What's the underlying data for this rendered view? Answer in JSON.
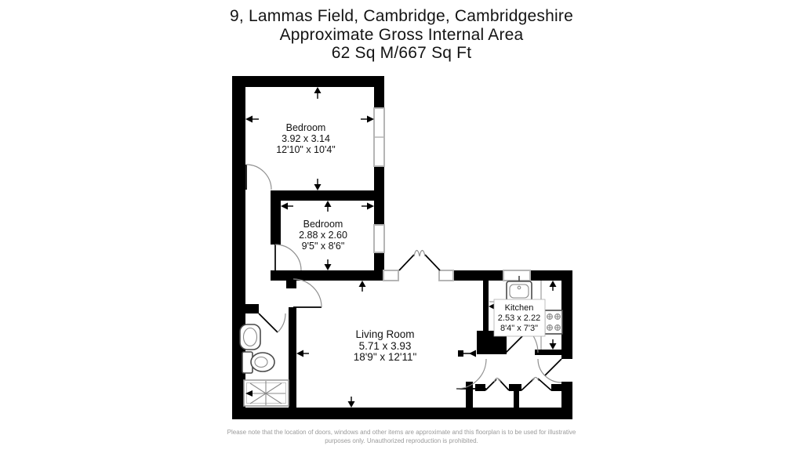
{
  "title": {
    "line1": "9, Lammas Field, Cambridge, Cambridgeshire",
    "line2": "Approximate Gross Internal Area",
    "line3": "62 Sq M/667 Sq Ft"
  },
  "rooms": [
    {
      "name": "Bedroom",
      "metric": "3.92 x 3.14",
      "imperial": "12'10\" x 10'4\""
    },
    {
      "name": "Bedroom",
      "metric": "2.88 x 2.60",
      "imperial": "9'5\" x 8'6\""
    },
    {
      "name": "Living Room",
      "metric": "5.71 x 3.93",
      "imperial": "18'9\" x 12'11\""
    },
    {
      "name": "Kitchen",
      "metric": "2.53 x 2.22",
      "imperial": "8'4\" x 7'3\""
    }
  ],
  "fixtures": [
    "bathroom-sink",
    "toilet",
    "shower-tray",
    "kitchen-sink",
    "stove"
  ],
  "footer": {
    "line1": "Please note that the location of doors, windows and other items are approximate and this floorplan is to be used for illustrative",
    "line2": "purposes only. Unauthorized reproduction is prohibited."
  },
  "colors": {
    "wall": "#000000",
    "window_stroke": "#b5b5b5",
    "door_arc": "#8f8f8f",
    "label_text": "#111111",
    "footer_text": "#9b9b9b"
  }
}
